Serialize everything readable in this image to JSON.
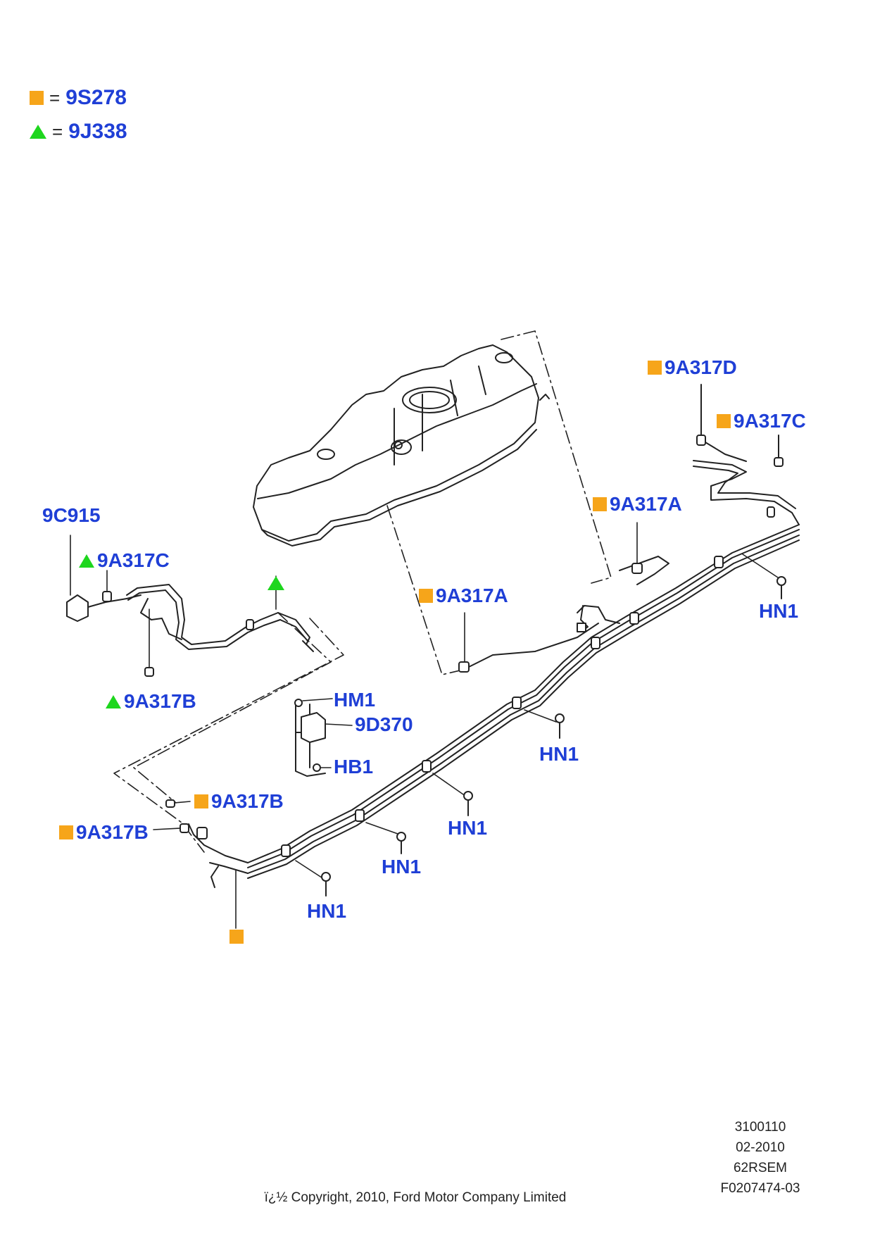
{
  "legend": [
    {
      "marker": "square",
      "code": "9S278"
    },
    {
      "marker": "triangle",
      "code": "9J338"
    }
  ],
  "legend_eq": "=",
  "colors": {
    "square": "#f6a51a",
    "triangle": "#1ed61e",
    "label": "#1f3fd6",
    "line": "#222222"
  },
  "callouts": {
    "c_9A317D": "9A317D",
    "c_9A317C_right": "9A317C",
    "c_9A317A_upper": "9A317A",
    "c_9A317A_lower": "9A317A",
    "c_HN1_a": "HN1",
    "c_9C915": "9C915",
    "c_9A317C_left": "9A317C",
    "c_9A317B_left": "9A317B",
    "c_HM1": "HM1",
    "c_9D370": "9D370",
    "c_HB1": "HB1",
    "c_HN1_b": "HN1",
    "c_9A317B_mid": "9A317B",
    "c_9A317B_far": "9A317B",
    "c_HN1_c": "HN1",
    "c_HN1_d": "HN1",
    "c_HN1_e": "HN1"
  },
  "footer": {
    "line1": "3100110",
    "line2": "02-2010",
    "line3": "62RSEM",
    "line4": "F0207474-03",
    "copyright": "ï¿½ Copyright, 2010, Ford Motor Company Limited"
  }
}
